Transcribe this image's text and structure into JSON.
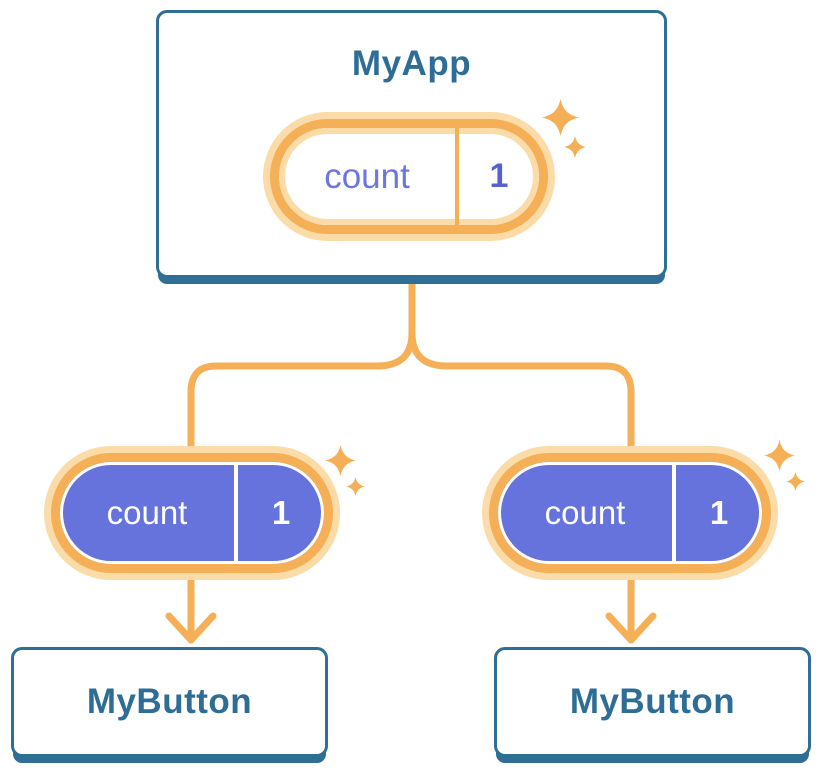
{
  "colors": {
    "node_border_blue": "#2F6F96",
    "node_text_blue": "#2E6E96",
    "connector_orange": "#F5AF56",
    "glow_orange": "#FBDCA8",
    "state_fill_purple": "#6673DC",
    "state_label_purple": "#6C76DF",
    "state_value_purple": "#5760D2"
  },
  "icons": {
    "sparkle": "✦"
  },
  "diagram": {
    "root": {
      "title": "MyApp",
      "state": {
        "label": "count",
        "value": "1"
      }
    },
    "children": [
      {
        "title": "MyButton",
        "state": {
          "label": "count",
          "value": "1"
        }
      },
      {
        "title": "MyButton",
        "state": {
          "label": "count",
          "value": "1"
        }
      }
    ]
  }
}
